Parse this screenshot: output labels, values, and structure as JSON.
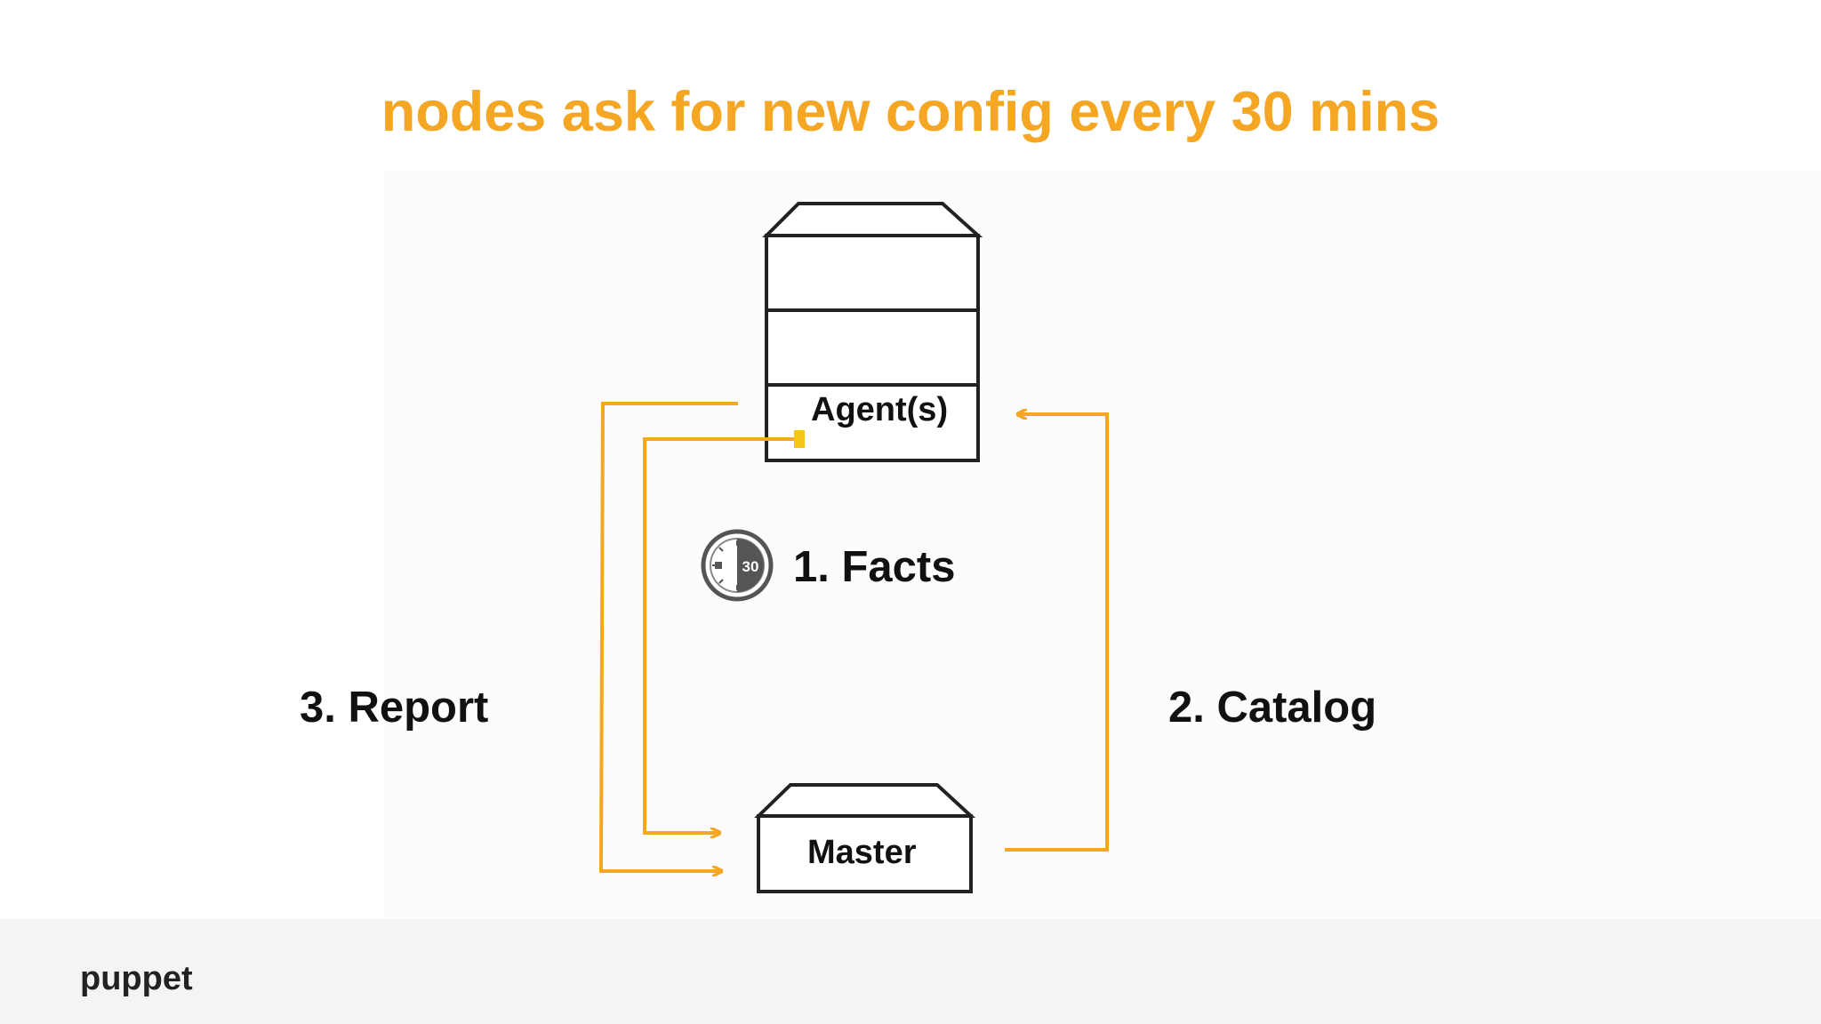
{
  "title": "nodes ask for new config every 30 mins",
  "nodes": {
    "agent": "Agent(s)",
    "master": "Master"
  },
  "steps": {
    "facts": "1. Facts",
    "catalog": "2. Catalog",
    "report": "3. Report"
  },
  "timer": {
    "value": "30",
    "icon": "stopwatch-icon"
  },
  "brand": {
    "name": "puppet",
    "icon": "puppet-logo-icon"
  },
  "colors": {
    "accent": "#f5a623",
    "arrow": "#f5a623",
    "text": "#111111",
    "footer_bg": "#f4f4f4"
  }
}
